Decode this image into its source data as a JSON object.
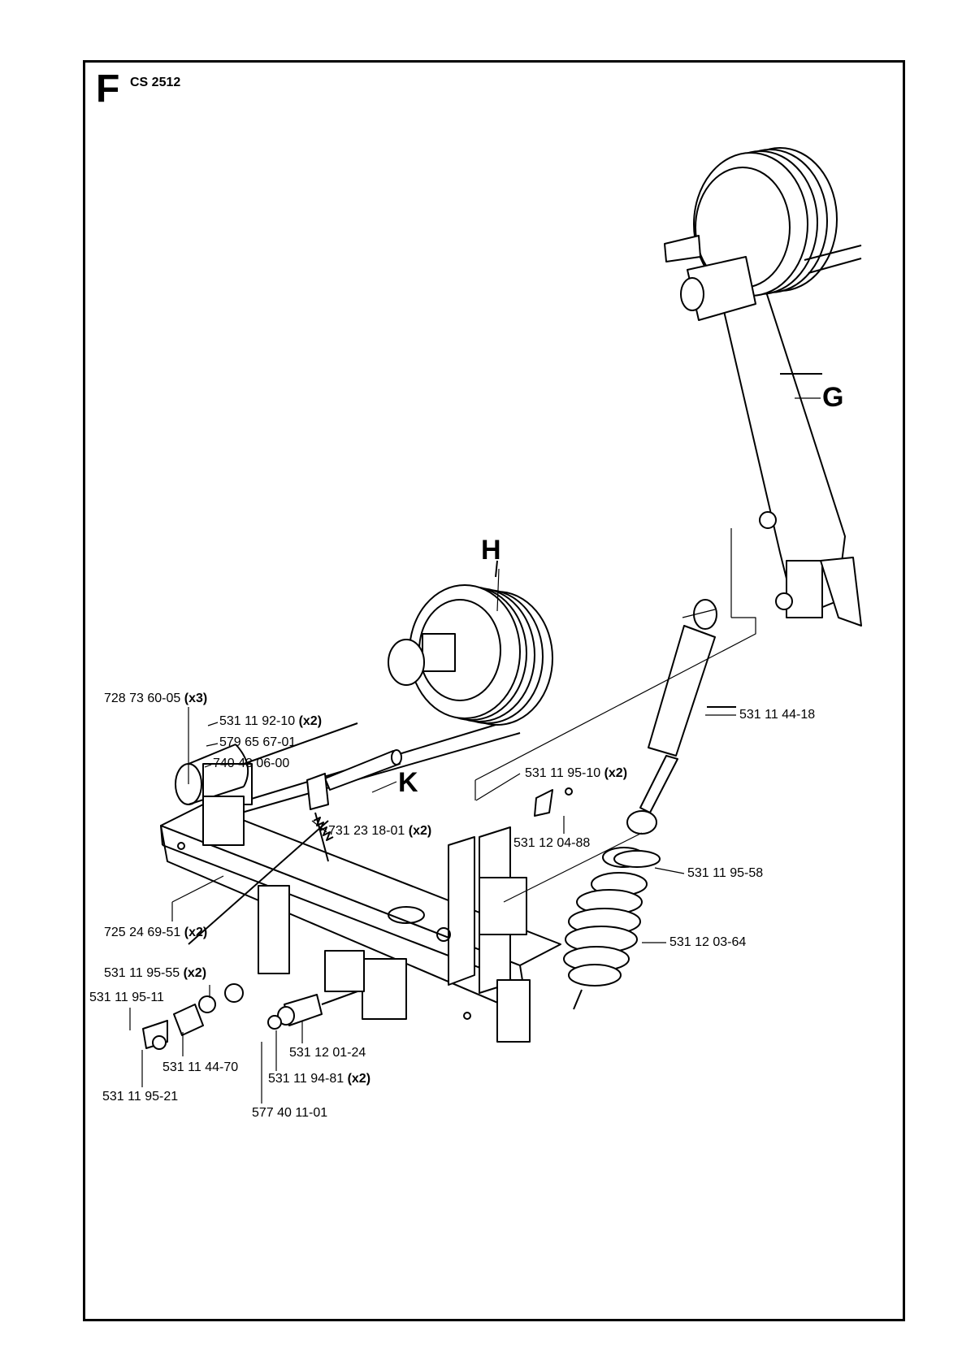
{
  "header": {
    "section": "F",
    "model": "CS 2512"
  },
  "assemblies": {
    "G": "G",
    "H": "H",
    "K": "K"
  },
  "parts": [
    {
      "number": "728 73 60-05",
      "qty": "(x3)"
    },
    {
      "number": "531 11 92-10",
      "qty": "(x2)"
    },
    {
      "number": "579 65 67-01",
      "qty": ""
    },
    {
      "number": "740 43 06-00",
      "qty": ""
    },
    {
      "number": "731 23 18-01",
      "qty": "(x2)"
    },
    {
      "number": "725 24 69-51",
      "qty": "(x2)"
    },
    {
      "number": "531 11 95-55",
      "qty": "(x2)"
    },
    {
      "number": "531 11 95-11",
      "qty": ""
    },
    {
      "number": "531 11 44-70",
      "qty": ""
    },
    {
      "number": "531 11 95-21",
      "qty": ""
    },
    {
      "number": "531 12 01-24",
      "qty": ""
    },
    {
      "number": "531 11 94-81",
      "qty": "(x2)"
    },
    {
      "number": "577 40 11-01",
      "qty": ""
    },
    {
      "number": "531 11 95-10",
      "qty": "(x2)"
    },
    {
      "number": "531 12 04-88",
      "qty": ""
    },
    {
      "number": "531 11 95-58",
      "qty": ""
    },
    {
      "number": "531 12 03-64",
      "qty": ""
    },
    {
      "number": "531 11 44-18",
      "qty": ""
    }
  ]
}
